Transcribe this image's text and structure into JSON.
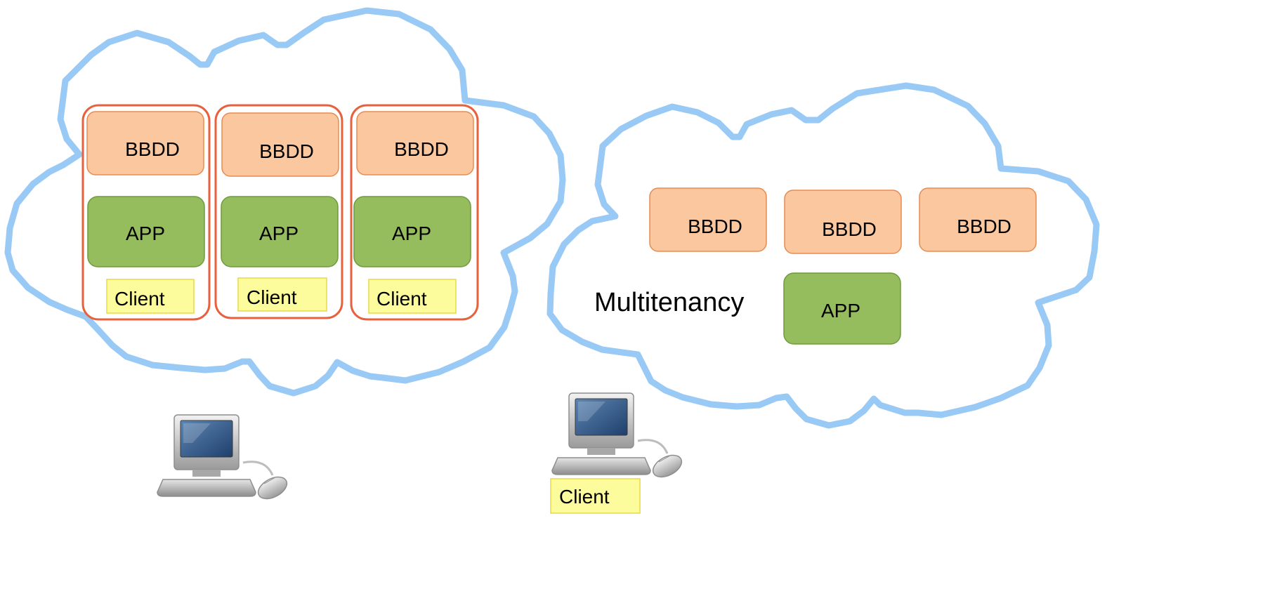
{
  "colors": {
    "cloud_outline": "#99c9f5",
    "tenant_outline": "#e8603c",
    "bbdd_fill": "#fac79e",
    "bbdd_stroke": "#e88b53",
    "app_fill": "#95bd5e",
    "app_stroke": "#6f9a3f",
    "client_fill": "#fdfc9c",
    "client_stroke": "#e8d84a"
  },
  "left_cloud": {
    "tenants": [
      {
        "bbdd_label": "BBDD",
        "app_label": "APP",
        "client_label": "Client"
      },
      {
        "bbdd_label": "BBDD",
        "app_label": "APP",
        "client_label": "Client"
      },
      {
        "bbdd_label": "BBDD",
        "app_label": "APP",
        "client_label": "Client"
      }
    ]
  },
  "right_cloud": {
    "bbdd_labels": [
      "BBDD",
      "BBDD",
      "BBDD"
    ],
    "app_label": "APP",
    "caption": "Multitenancy"
  },
  "right_client_label": "Client",
  "icons": {
    "computer": "desktop-computer-icon"
  }
}
